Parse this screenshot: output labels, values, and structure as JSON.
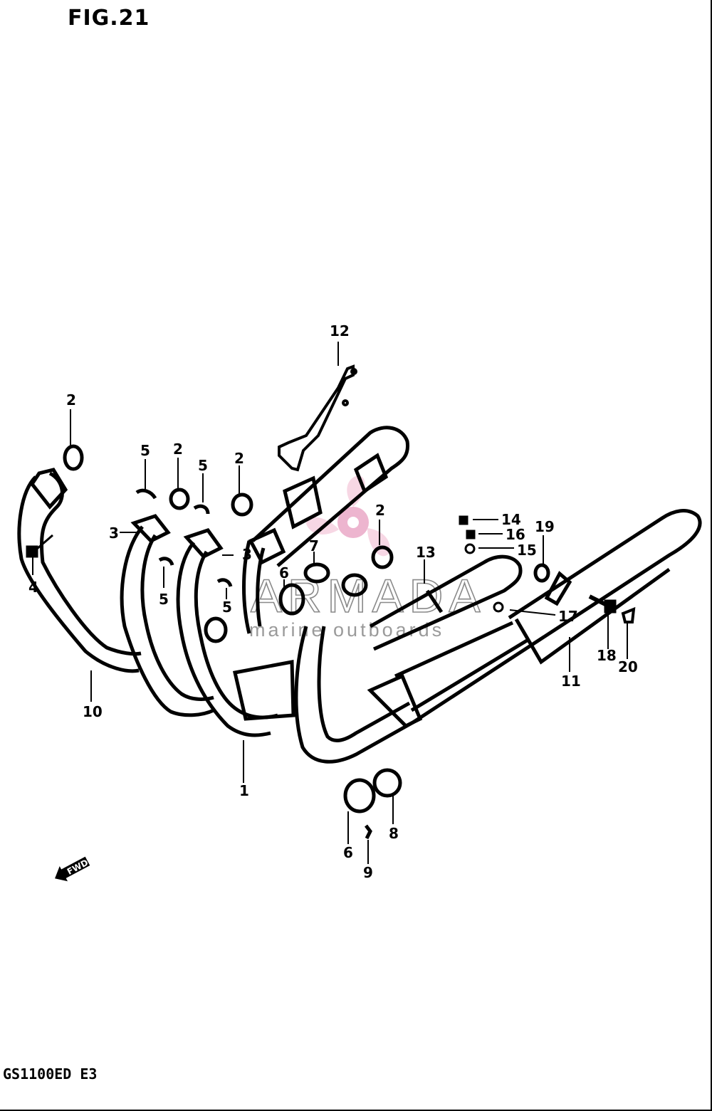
{
  "figure": {
    "title": "FIG.21",
    "model": "GS1100ED E3"
  },
  "watermark": {
    "name": "ARMADA",
    "tagline": "marine outboards",
    "accent": "#e07aa8"
  },
  "orientation_marker": {
    "label": "FWD"
  },
  "callouts": [
    {
      "id": "c-12",
      "label": "12"
    },
    {
      "id": "c-2a",
      "label": "2"
    },
    {
      "id": "c-5a",
      "label": "5"
    },
    {
      "id": "c-2b",
      "label": "2"
    },
    {
      "id": "c-5b",
      "label": "5"
    },
    {
      "id": "c-2c",
      "label": "2"
    },
    {
      "id": "c-3a",
      "label": "3"
    },
    {
      "id": "c-3b",
      "label": "3"
    },
    {
      "id": "c-4",
      "label": "4"
    },
    {
      "id": "c-5c",
      "label": "5"
    },
    {
      "id": "c-5d",
      "label": "5"
    },
    {
      "id": "c-6a",
      "label": "6"
    },
    {
      "id": "c-7",
      "label": "7"
    },
    {
      "id": "c-2d",
      "label": "2"
    },
    {
      "id": "c-13",
      "label": "13"
    },
    {
      "id": "c-14",
      "label": "14"
    },
    {
      "id": "c-16",
      "label": "16"
    },
    {
      "id": "c-15",
      "label": "15"
    },
    {
      "id": "c-19",
      "label": "19"
    },
    {
      "id": "c-17",
      "label": "17"
    },
    {
      "id": "c-18",
      "label": "18"
    },
    {
      "id": "c-20",
      "label": "20"
    },
    {
      "id": "c-11",
      "label": "11"
    },
    {
      "id": "c-10",
      "label": "10"
    },
    {
      "id": "c-1",
      "label": "1"
    },
    {
      "id": "c-6b",
      "label": "6"
    },
    {
      "id": "c-8",
      "label": "8"
    },
    {
      "id": "c-9",
      "label": "9"
    }
  ]
}
